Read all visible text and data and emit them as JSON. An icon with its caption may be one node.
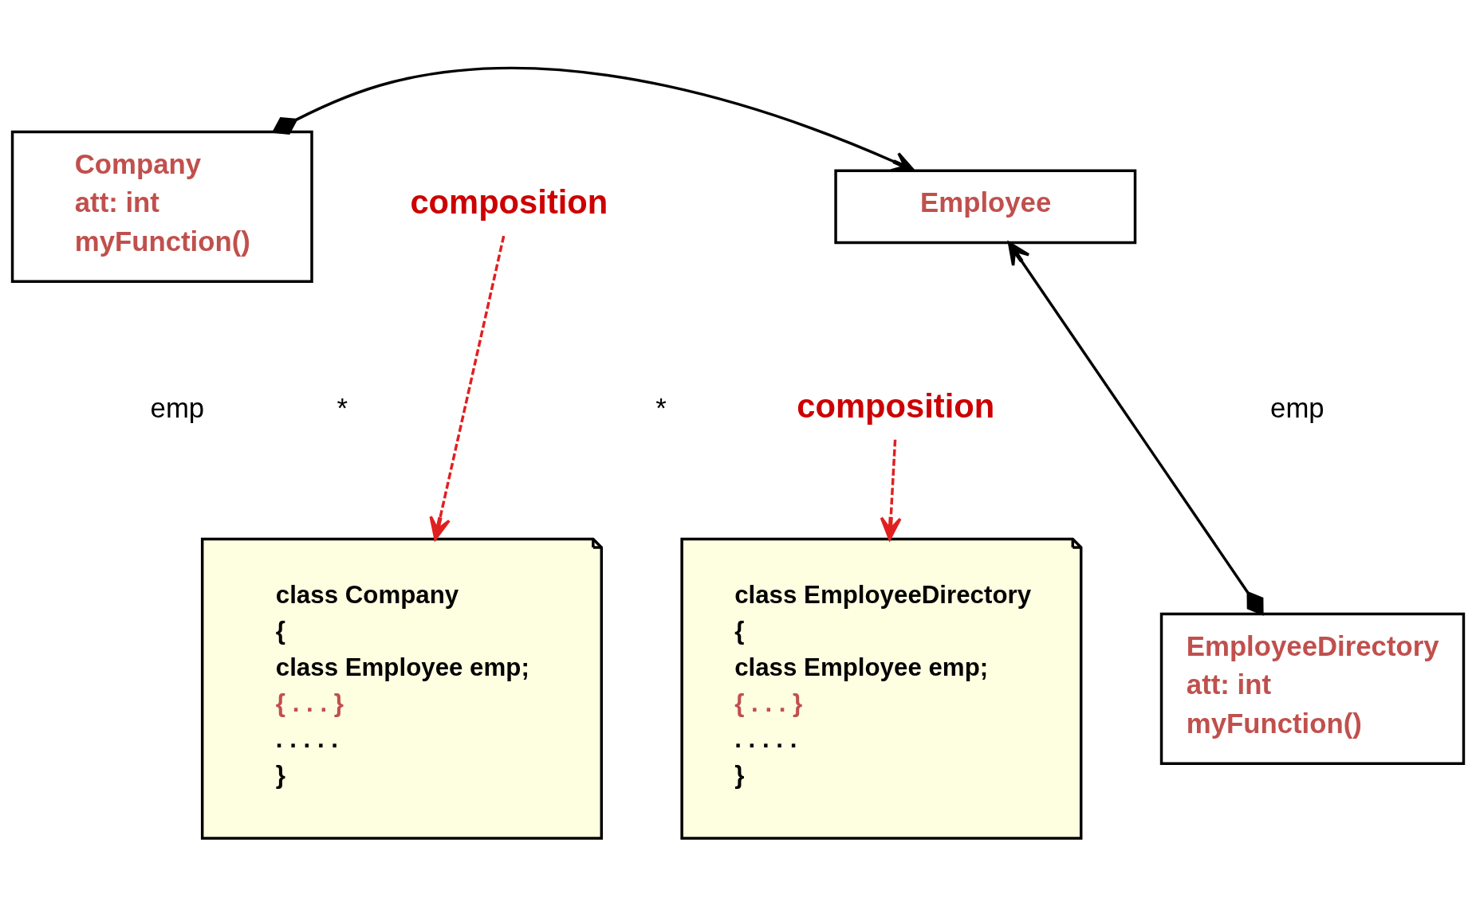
{
  "diagram": {
    "nodes": [
      {
        "text": [
          "Company",
          "att: int",
          "myFunction()"
        ]
      },
      {
        "text": [
          "composition"
        ]
      },
      {
        "text": [
          "Employee"
        ]
      },
      {
        "text": [
          "composition"
        ]
      },
      {
        "text": [
          "class Company",
          "{",
          "class Employee emp;",
          "{ . . . }",
          ". . . . .",
          "}"
        ]
      },
      {
        "text": [
          "class EmployeeDirectory",
          "{",
          "class Employee emp;",
          "{ . . . }",
          ". . . . .",
          "}"
        ]
      },
      {
        "text": [
          "EmployeeDirectory",
          "att: int",
          "myFunction()"
        ]
      }
    ],
    "edges": [
      {
        "from": 0,
        "to": 2,
        "arrow": "to"
      },
      {
        "from": 6,
        "to": 2,
        "arrow": "to"
      },
      {
        "from": 1,
        "to": 4,
        "arrow": "to",
        "style": "dashed",
        "color": "#e02020"
      },
      {
        "from": 3,
        "to": 5,
        "arrow": "to",
        "style": "dashed",
        "color": "#e02020"
      }
    ],
    "labels": [
      "emp",
      "*",
      "*",
      "emp"
    ]
  }
}
